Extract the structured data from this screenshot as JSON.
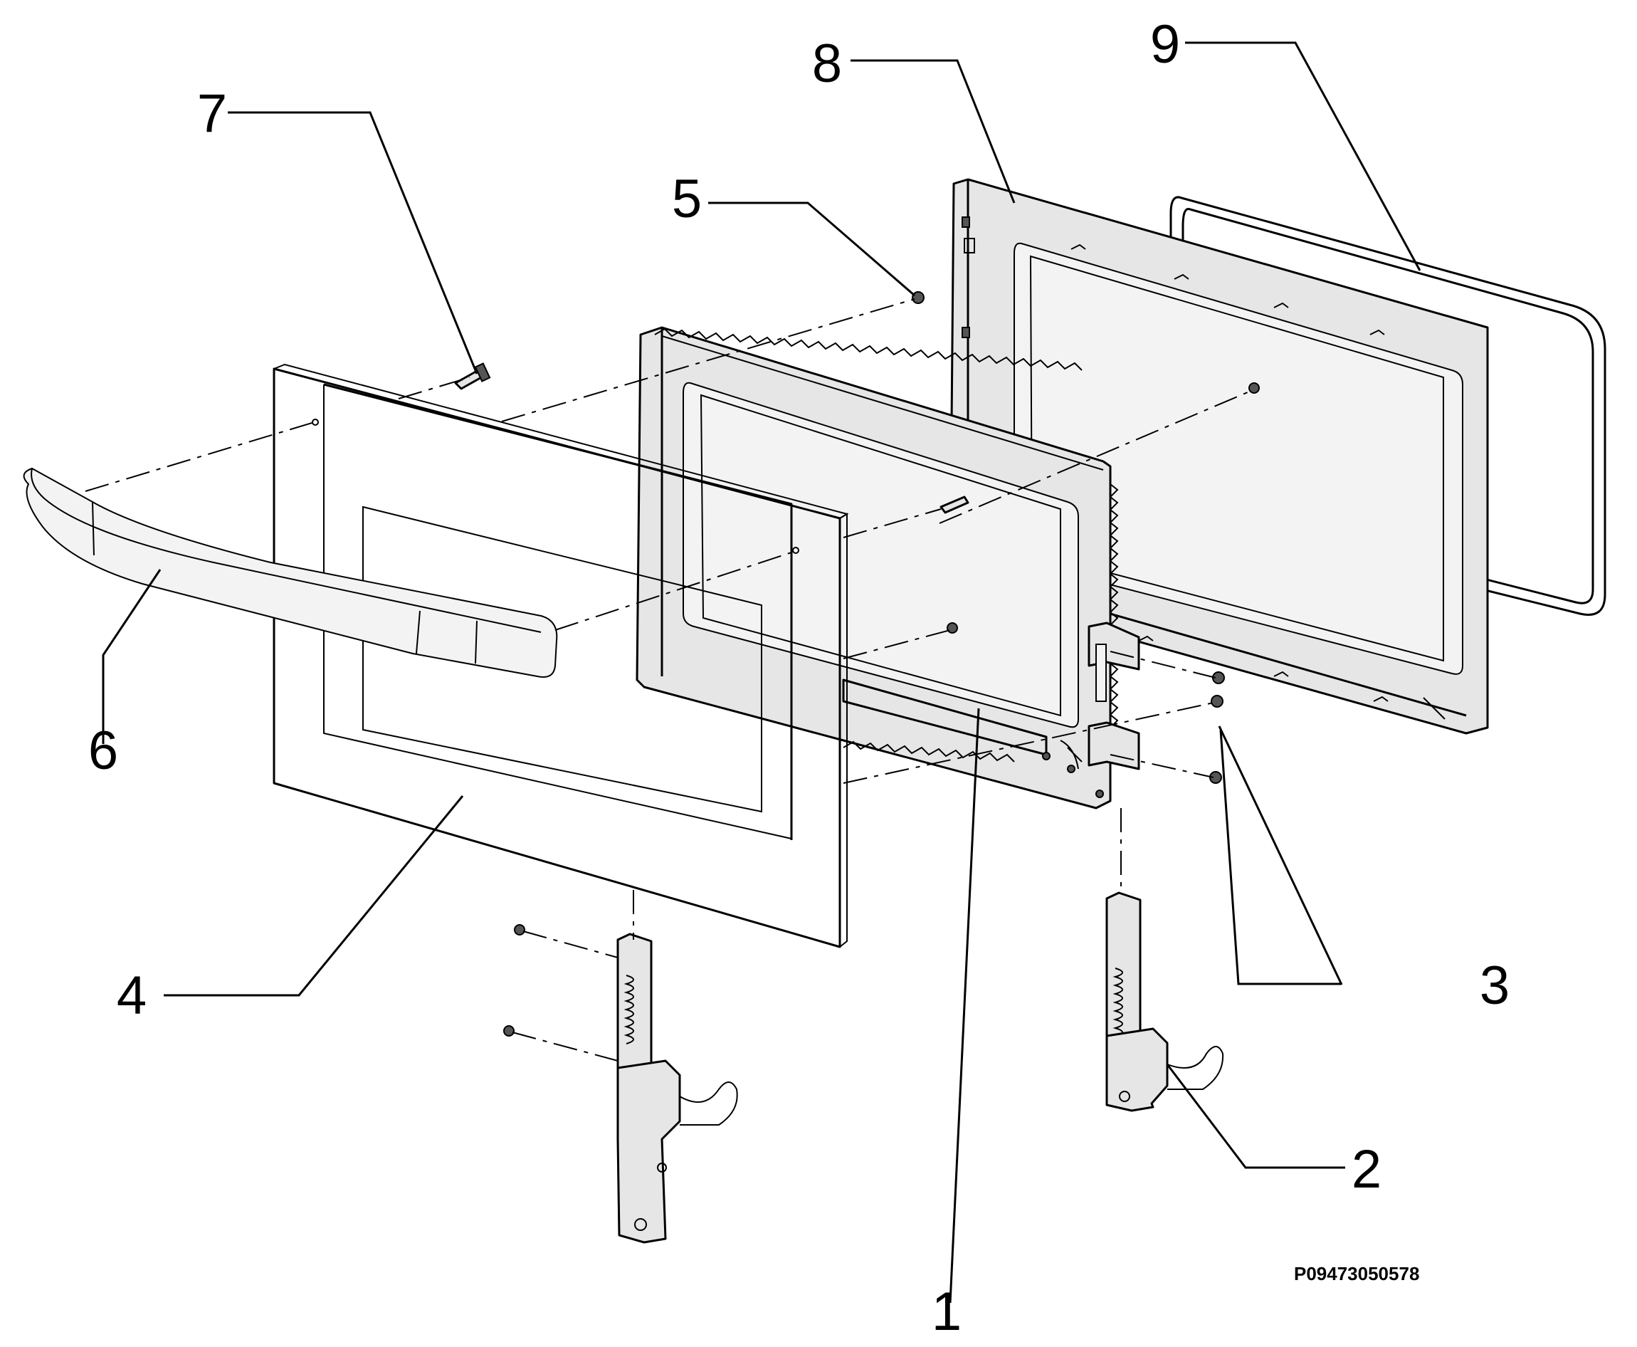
{
  "diagram": {
    "callouts": [
      "1",
      "2",
      "3",
      "4",
      "5",
      "6",
      "7",
      "8",
      "9"
    ],
    "drawing_code": "P09473050578"
  }
}
